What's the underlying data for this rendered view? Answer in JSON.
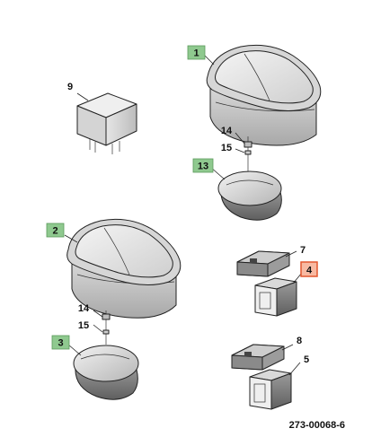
{
  "diagram_ref": "273-00068-6",
  "callouts": {
    "c1": "1",
    "c2": "2",
    "c3": "3",
    "c4": "4",
    "c5": "5",
    "c7": "7",
    "c8": "8",
    "c9": "9",
    "c13": "13",
    "c14a": "14",
    "c15a": "15",
    "c14b": "14",
    "c15b": "15"
  },
  "highlight_colors": {
    "green": "#8fc98f",
    "orange": "#f8b9a2",
    "orange_border": "#e2572e"
  }
}
